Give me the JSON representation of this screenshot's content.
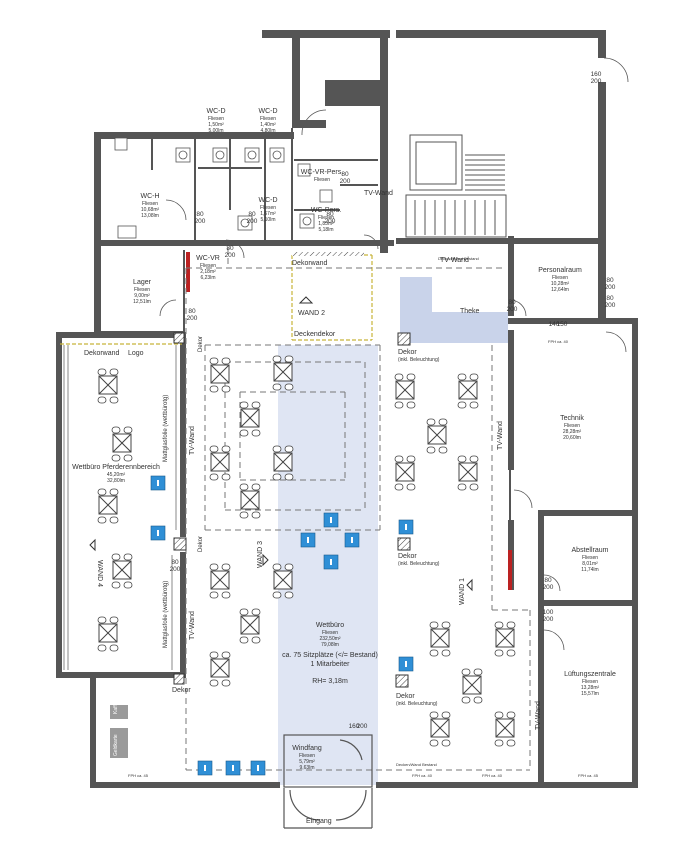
{
  "rooms": [
    {
      "name": "WC-D",
      "line1": "Fliesen",
      "line2": "1,50m²",
      "line3": "5,00lm"
    },
    {
      "name": "WC-D",
      "line1": "Fliesen",
      "line2": "1,40m²",
      "line3": "4,80lm"
    },
    {
      "name": "WC-H",
      "line1": "Fliesen",
      "line2": "10,68m²",
      "line3": "13,08lm"
    },
    {
      "name": "WC-D",
      "line1": "Fliesen",
      "line2": "1,67m²",
      "line3": "5,10lm"
    },
    {
      "name": "WC-VR",
      "line1": "Fliesen",
      "line2": "2,18m²",
      "line3": "6,23lm"
    },
    {
      "name": "WC-VR-Pers.",
      "line1": "Fliesen",
      "line2": "",
      "line3": ""
    },
    {
      "name": "WC-Pers.",
      "line1": "Fliesen",
      "line2": "1,83m²",
      "line3": "5,18lm"
    },
    {
      "name": "Lager",
      "line1": "Fliesen",
      "line2": "9,00m²",
      "line3": "12,51lm"
    },
    {
      "name": "Personalraum",
      "line1": "Fliesen",
      "line2": "10,28m²",
      "line3": "12,64lm"
    },
    {
      "name": "Technik",
      "line1": "Fliesen",
      "line2": "28,28m²",
      "line3": "20,60lm"
    },
    {
      "name": "Abstellraum",
      "line1": "Fliesen",
      "line2": "8,01m²",
      "line3": "11,74lm"
    },
    {
      "name": "Lüftungszentrale",
      "line1": "Fliesen",
      "line2": "13,28m²",
      "line3": "15,57lm"
    },
    {
      "name": "Windfang",
      "line1": "Fliesen",
      "line2": "5,79m²",
      "line3": "9,63lm"
    },
    {
      "name": "Wettbüro Pferderennbereich",
      "line1": "",
      "line2": "45,20m²",
      "line3": "32,80lm"
    }
  ],
  "main_room": {
    "name": "Wettbüro",
    "line1": "Fliesen",
    "line2": "232,50m²",
    "line3": "79,08lm",
    "seats": "ca. 75 Sitzplätze (</= Bestand)",
    "staff": "1 Mitarbeiter",
    "height": "RH= 3,18m"
  },
  "labels": {
    "tv_wand": "TV-Wand",
    "theke": "Theke",
    "dekorwand": "Dekorwand",
    "logo": "Logo",
    "deckendekor": "Deckendekor",
    "wand2": "WAND 2",
    "wand1": "WAND 1",
    "wand3": "WAND 3",
    "wand4": "WAND 4",
    "dekor": "Dekor",
    "dekor_beleuchtung_1": "(inkl. Beleuchtung)",
    "dekor_beleuchtung_2": "(inkl. Beleuchtung)",
    "dekor_beleuchtung_3": "(inkl. Beleuchtung)",
    "mattglas": "Mattglasfolie (wettbürotg)",
    "eingang": "Eingang",
    "bestand": "Decken/Wand Bestand",
    "bestand2": "Decken/Wand Bestand",
    "fph_40": "FPH ca. 40",
    "fph_45": "FPH ca. 45",
    "kaffee": "Kaffee",
    "geldkarte": "Geldkarte"
  },
  "dims": {
    "d160_200": [
      "160",
      "200"
    ],
    "d80_200": [
      "80",
      "200"
    ],
    "d100_200": [
      "100",
      "200"
    ],
    "d140_150": [
      "140",
      "150"
    ]
  }
}
